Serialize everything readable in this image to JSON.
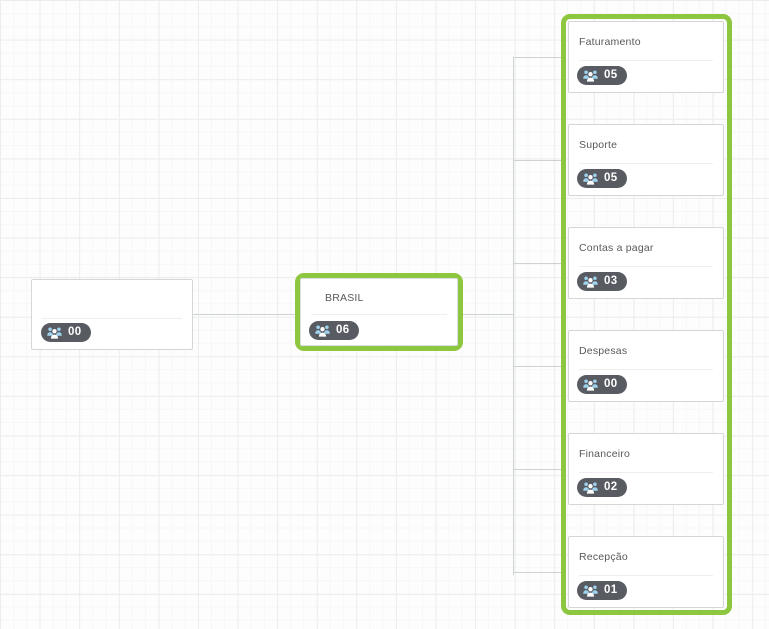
{
  "canvas": {
    "background_color": "#fdfdfd",
    "grid_color": "#eceded",
    "accent_color": "#8dc63f",
    "badge_color": "#595b63",
    "connector_color": "#cfd2d4"
  },
  "badge_icon_name": "users-group-icon",
  "nodes": {
    "root": {
      "title": "",
      "count": "00",
      "selected": false
    },
    "brasil": {
      "title": "BRASIL",
      "count": "06",
      "selected": true
    },
    "children": [
      {
        "title": "Faturamento",
        "count": "05"
      },
      {
        "title": "Suporte",
        "count": "05"
      },
      {
        "title": "Contas a pagar",
        "count": "03"
      },
      {
        "title": "Despesas",
        "count": "00"
      },
      {
        "title": "Financeiro",
        "count": "02"
      },
      {
        "title": "Recepção",
        "count": "01"
      }
    ]
  }
}
